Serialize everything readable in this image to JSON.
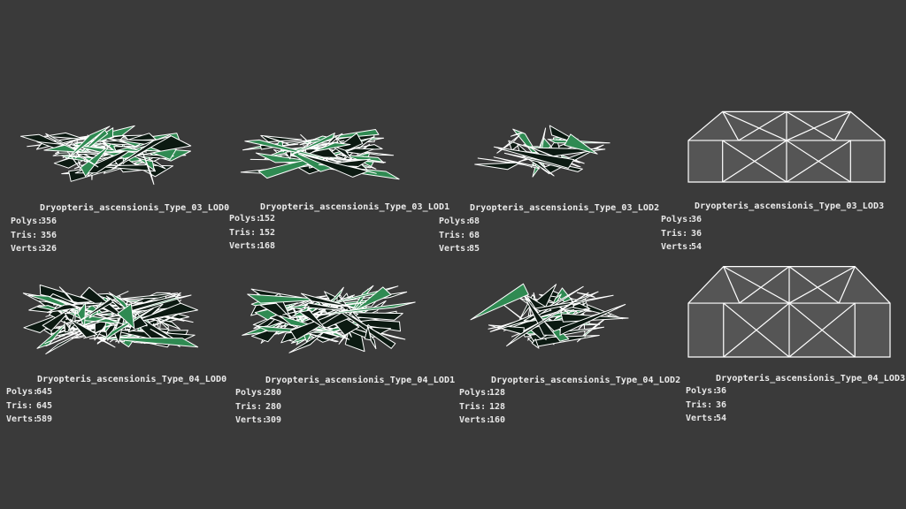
{
  "viewport": {
    "background": "#3a3a3a"
  },
  "colors": {
    "wire": "#ffffff",
    "leaf_dark": "#0c1a12",
    "leaf_green": "#2f8a52",
    "box_fill": "#5a5a5a"
  },
  "stat_labels": {
    "polys": "Polys:",
    "tris": "Tris:",
    "verts": "Verts:"
  },
  "models": [
    {
      "name": "Dryopteris_ascensionis_Type_03_LOD0",
      "polys": "356",
      "tris": "356",
      "verts": "326"
    },
    {
      "name": "Dryopteris_ascensionis_Type_03_LOD1",
      "polys": "152",
      "tris": "152",
      "verts": "168"
    },
    {
      "name": "Dryopteris_ascensionis_Type_03_LOD2",
      "polys": "68",
      "tris": "68",
      "verts": "85"
    },
    {
      "name": "Dryopteris_ascensionis_Type_03_LOD3",
      "polys": "36",
      "tris": "36",
      "verts": "54"
    },
    {
      "name": "Dryopteris_ascensionis_Type_04_LOD0",
      "polys": "645",
      "tris": "645",
      "verts": "589"
    },
    {
      "name": "Dryopteris_ascensionis_Type_04_LOD1",
      "polys": "280",
      "tris": "280",
      "verts": "309"
    },
    {
      "name": "Dryopteris_ascensionis_Type_04_LOD2",
      "polys": "128",
      "tris": "128",
      "verts": "160"
    },
    {
      "name": "Dryopteris_ascensionis_Type_04_LOD3",
      "polys": "36",
      "tris": "36",
      "verts": "54"
    }
  ]
}
